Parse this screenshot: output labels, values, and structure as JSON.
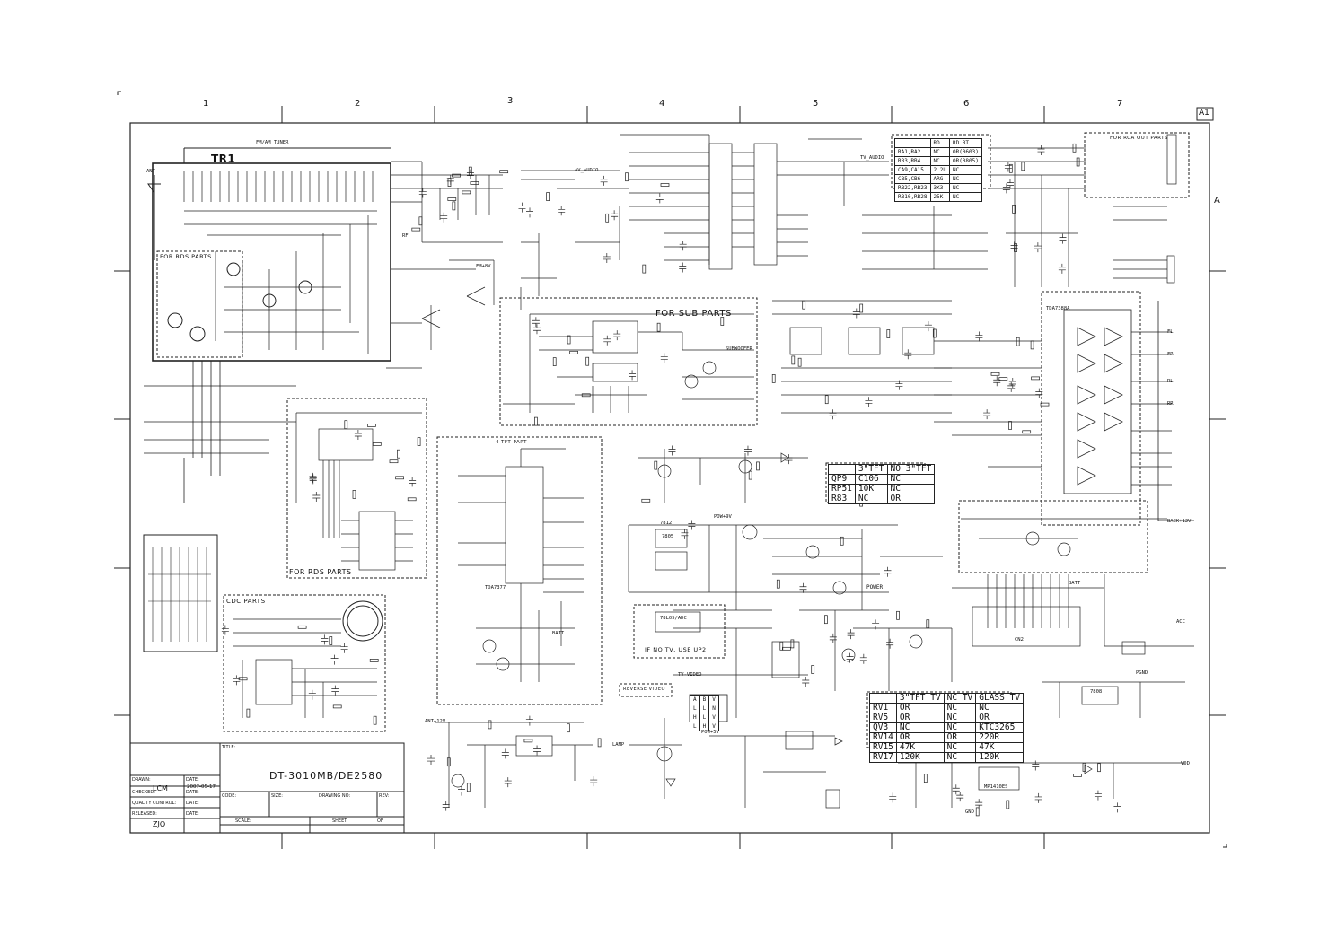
{
  "sheet": {
    "sheet_id": "A1",
    "columns": [
      "1",
      "2",
      "3",
      "4",
      "5",
      "6",
      "7"
    ],
    "rows": [
      "A"
    ]
  },
  "sections": {
    "tuner": "TR1",
    "tuner_caption": "FM/AM TUNER",
    "rds_upper": "FOR RDS PARTS",
    "rds_lower": "FOR RDS PARTS",
    "sub": "FOR SUB PARTS",
    "cdc": "CDC PARTS",
    "rca": "FOR RCA OUT PARTS",
    "tft4": "4-TFT PART",
    "no_tv": "IF NO TV, USE UP2",
    "reverse": "REVERSE VIDEO",
    "ic_tda": "TDA7388A",
    "ic_tda7377": "TDA7377",
    "conn_main": "CN2"
  },
  "tables": {
    "ra": {
      "headers": [
        "",
        "RD",
        "RD BT"
      ],
      "rows": [
        [
          "RA1,RA2",
          "NC",
          "OR(0603)"
        ],
        [
          "RB3,RB4",
          "NC",
          "OR(0805)"
        ],
        [
          "CA9,CA15",
          "2.2U",
          "NC"
        ],
        [
          "CB5,CB6",
          "ARG",
          "NC"
        ],
        [
          "RB22,RB23",
          "3K3",
          "NC"
        ],
        [
          "RB10,RB28",
          "25K",
          "NC"
        ]
      ]
    },
    "qp9": {
      "headers": [
        "",
        "3\"TFT",
        "NO 3\"TFT"
      ],
      "rows": [
        [
          "QP9",
          "C106",
          "NC"
        ],
        [
          "RP51",
          "10K",
          "NC"
        ],
        [
          "R83",
          "NC",
          "OR"
        ]
      ]
    },
    "tv": {
      "headers": [
        "",
        "3\"TFT TV",
        "NC TV",
        "GLASS TV"
      ],
      "rows": [
        [
          "RV1",
          "OR",
          "NC",
          "NC"
        ],
        [
          "RV5",
          "OR",
          "NC",
          "OR"
        ],
        [
          "QV3",
          "NC",
          "NC",
          "KTC3265"
        ],
        [
          "RV14",
          "OR",
          "OR",
          "220R"
        ],
        [
          "RV15",
          "47K",
          "NC",
          "47K"
        ],
        [
          "RV17",
          "120K",
          "NC",
          "120K"
        ]
      ]
    },
    "truth": {
      "rows": [
        [
          "A",
          "B",
          "V"
        ],
        [
          "L",
          "L",
          "N"
        ],
        [
          "H",
          "L",
          "V"
        ],
        [
          "L",
          "H",
          "V"
        ]
      ]
    }
  },
  "title_block": {
    "title_label": "TITLE:",
    "title": "DT-3010MB/DE2580",
    "drawn_label": "DRAWN:",
    "drawn": "LCM",
    "date_label": "DATE:",
    "date": "2007-05-17",
    "checked_label": "CHECKED:",
    "quality_label": "QUALITY CONTROL:",
    "released_label": "RELEASED:",
    "released": "ZJQ",
    "code_label": "CODE:",
    "size_label": "SIZE:",
    "drawing_no_label": "DRAWING NO:",
    "rev_label": "REV:",
    "scale_label": "SCALE:",
    "sheet_label": "SHEET:",
    "sheet_of": "OF"
  },
  "net_labels": {
    "batt": "BATT",
    "acc": "ACC",
    "pgnd": "PGND",
    "power": "POWER",
    "backplus12v": "BACK+12V",
    "vdd": "VDD",
    "tv_video": "TV-VIDEO",
    "lamp": "LAMP",
    "antenna": "ANT",
    "rf": "RF",
    "gnd": "GND",
    "fl": "FL",
    "fr": "FR",
    "rl": "RL",
    "rr": "RR",
    "av_audio": "AV_AUDIO",
    "tv_audio": "TV_AUDIO",
    "sub_woofer": "SUBWOOFER",
    "fm_pll": "FM+8V",
    "ant_pwr": "ANT+12V",
    "main_9v": "POW+9V",
    "main_5v": "POW+5V",
    "ic_7805": "7805",
    "ic_7808": "7808",
    "ic_7812": "7812",
    "ic_mp1410": "MP1410ES",
    "ic_78l05": "78L05/ADC"
  }
}
